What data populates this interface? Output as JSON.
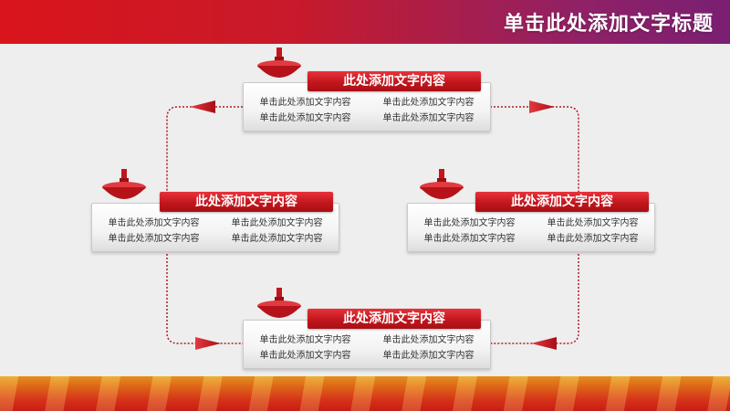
{
  "header": {
    "title": "单击此处添加文字标题"
  },
  "colors": {
    "accent_red": "#c2161d",
    "header_purple": "#7a1f72",
    "connector": "#b01a22"
  },
  "cards": [
    {
      "title": "此处添加文字内容",
      "lines": [
        "单击此处添加文字内容",
        "单击此处添加文字内容",
        "单击此处添加文字内容",
        "单击此处添加文字内容"
      ]
    },
    {
      "title": "此处添加文字内容",
      "lines": [
        "单击此处添加文字内容",
        "单击此处添加文字内容",
        "单击此处添加文字内容",
        "单击此处添加文字内容"
      ]
    },
    {
      "title": "此处添加文字内容",
      "lines": [
        "单击此处添加文字内容",
        "单击此处添加文字内容",
        "单击此处添加文字内容",
        "单击此处添加文字内容"
      ]
    },
    {
      "title": "此处添加文字内容",
      "lines": [
        "单击此处添加文字内容",
        "单击此处添加文字内容",
        "单击此处添加文字内容",
        "单击此处添加文字内容"
      ]
    }
  ]
}
